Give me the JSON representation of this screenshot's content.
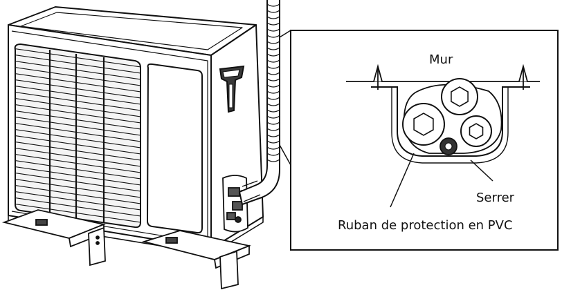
{
  "labels": {
    "wall": "Mur",
    "tighten": "Serrer",
    "pvc_tape": "Ruban de protection en PVC"
  },
  "colors": {
    "line": "#111111",
    "background": "#ffffff",
    "grille_fill": "#f4f4f4"
  },
  "icons": [
    "outdoor-ac-unit-icon",
    "pipe-bundle-icon",
    "wall-bracket-icon"
  ]
}
